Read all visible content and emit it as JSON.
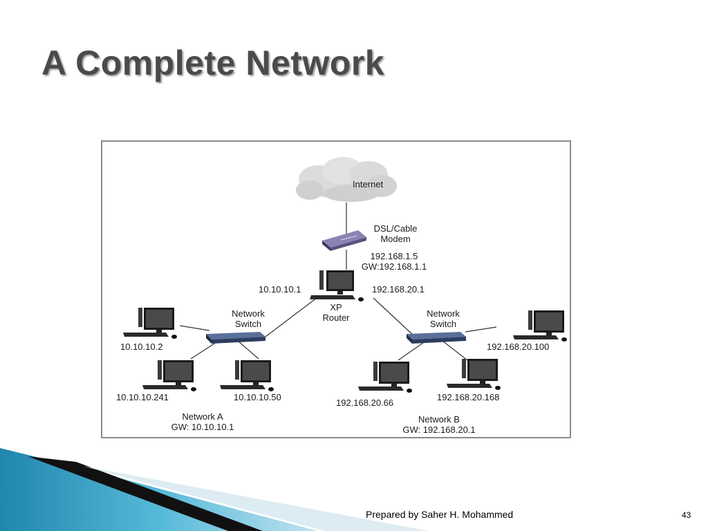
{
  "slide": {
    "title": "A Complete Network",
    "footer": "Prepared by Saher H. Mohammed",
    "page_number": "43"
  },
  "diagram": {
    "internet": "Internet",
    "modem_line1": "DSL/Cable",
    "modem_line2": "Modem",
    "modem_ip": "192.168.1.5",
    "modem_gw": "GW:192.168.1.1",
    "router_ip_left": "10.10.10.1",
    "router_ip_right": "192.168.20.1",
    "router_line1": "XP",
    "router_line2": "Router",
    "switch_a_line1": "Network",
    "switch_a_line2": "Switch",
    "switch_b_line1": "Network",
    "switch_b_line2": "Switch",
    "pc_a1": "10.10.10.2",
    "pc_a2": "10.10.10.241",
    "pc_a3": "10.10.10.50",
    "pc_b1": "192.168.20.100",
    "pc_b2": "192.168.20.66",
    "pc_b3": "192.168.20.168",
    "network_a_line1": "Network A",
    "network_a_line2": "GW: 10.10.10.1",
    "network_b_line1": "Network B",
    "network_b_line2": "GW: 192.168.20.1"
  },
  "colors": {
    "title": "#4a4a4a",
    "swoosh_blue": "#3aa0c4",
    "swoosh_dark": "#111111"
  },
  "icons": [
    "cloud-icon",
    "modem-icon",
    "computer-icon",
    "switch-icon"
  ]
}
